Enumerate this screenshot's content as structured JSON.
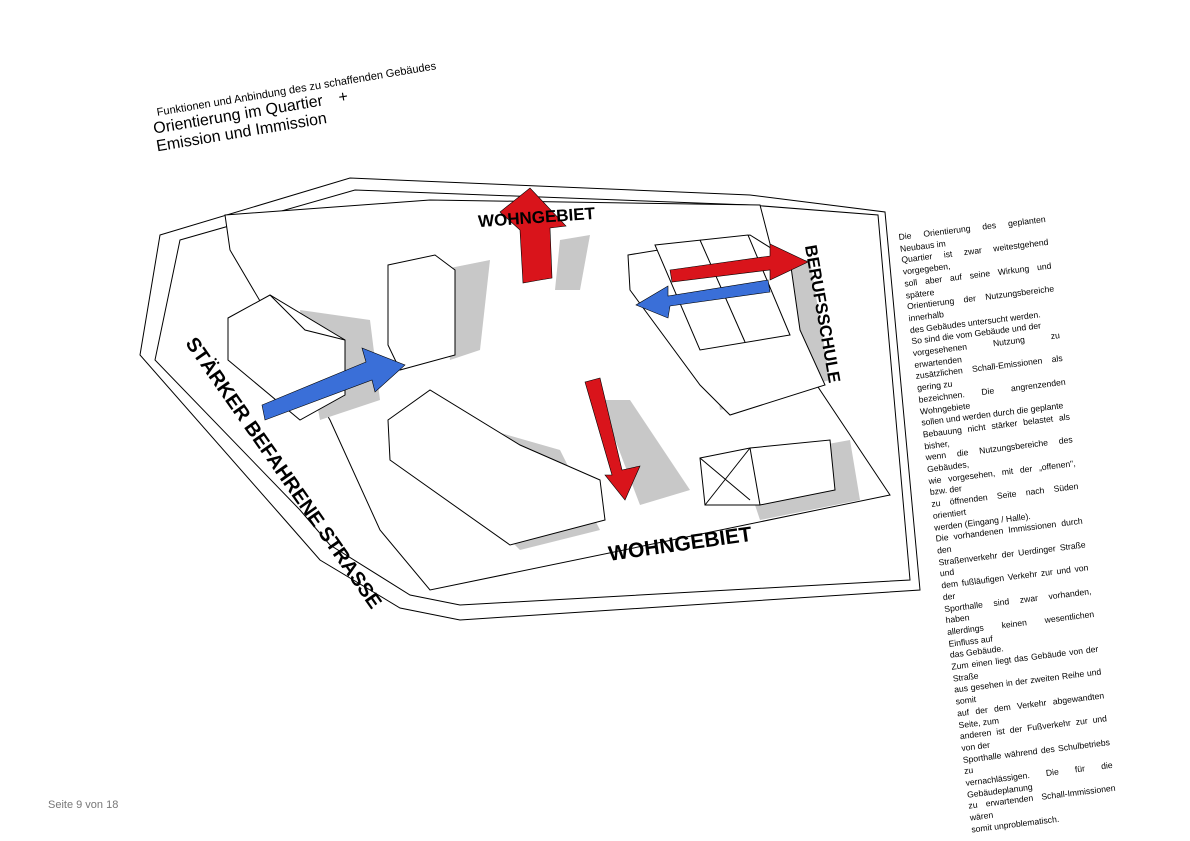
{
  "title": {
    "subtitle": "Funktionen und Anbindung des zu schaffenden Gebäudes",
    "line1": "Orientierung im Quartier",
    "plus": "+",
    "line2": "Emission und Immission"
  },
  "labels": {
    "north": "WOHNGEBIET",
    "south": "WOHNGEBIET",
    "east": "BERUFSSCHULE",
    "west": "STÄRKER BEFAHRENE STRASSE"
  },
  "colors": {
    "red_arrow": "#d9141b",
    "blue_arrow": "#3a6fd8",
    "shadow": "#c8c8c8"
  },
  "body_lines": [
    "Die Orientierung des geplanten Neubaus im",
    "Quartier ist zwar weitestgehend vorgegeben,",
    "soll aber auf seine Wirkung und spätere",
    "Orientierung der Nutzungsbereiche innerhalb",
    "des Gebäudes untersucht werden.",
    "So sind die vom Gebäude und der",
    "vorgesehenen Nutzung zu erwartenden",
    "zusätzlichen Schall-Emissionen als gering zu",
    "bezeichnen. Die angrenzenden Wohngebiete",
    "sollen und werden durch die geplante",
    "Bebauung nicht stärker belastet als bisher,",
    "wenn die Nutzungsbereiche des Gebäudes,",
    "wie vorgesehen, mit der „offenen\", bzw. der",
    "zu öffnenden Seite nach Süden orientiert",
    "werden (Eingang / Halle).",
    "Die vorhandenen Immissionen durch den",
    "Straßenverkehr der Uerdinger Straße und",
    "dem fußläufigen Verkehr zur und von der",
    "Sporthalle sind zwar vorhanden, haben",
    "allerdings keinen wesentlichen Einfluss auf",
    "das Gebäude.",
    "Zum einen liegt das Gebäude von der Straße",
    "aus gesehen in der zweiten Reihe und somit",
    "auf der dem Verkehr abgewandten Seite, zum",
    "anderen ist der Fußverkehr zur und von der",
    "Sporthalle während des Schulbetriebs zu",
    "vernachlässigen. Die für die Gebäudeplanung",
    "zu erwartenden Schall-Immissionen wären",
    "somit unproblematisch."
  ],
  "footer": "Seite 9 von 18"
}
